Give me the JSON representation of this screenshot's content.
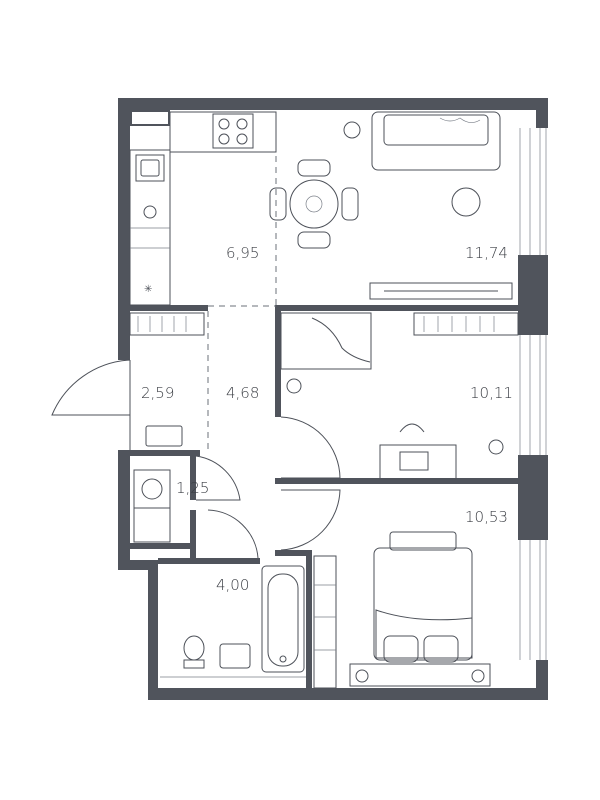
{
  "rooms": [
    {
      "id": "kitchen",
      "area": "6,95"
    },
    {
      "id": "living",
      "area": "11,74"
    },
    {
      "id": "wardrobe",
      "area": "2,59"
    },
    {
      "id": "hall",
      "area": "4,68"
    },
    {
      "id": "bedroom1",
      "area": "10,11"
    },
    {
      "id": "toilet",
      "area": "1,25"
    },
    {
      "id": "bedroom2",
      "area": "10,53"
    },
    {
      "id": "bathroom",
      "area": "4,00"
    }
  ],
  "colors": {
    "wall": "#50545c",
    "line": "#4d5159",
    "text": "#3c3f45"
  }
}
